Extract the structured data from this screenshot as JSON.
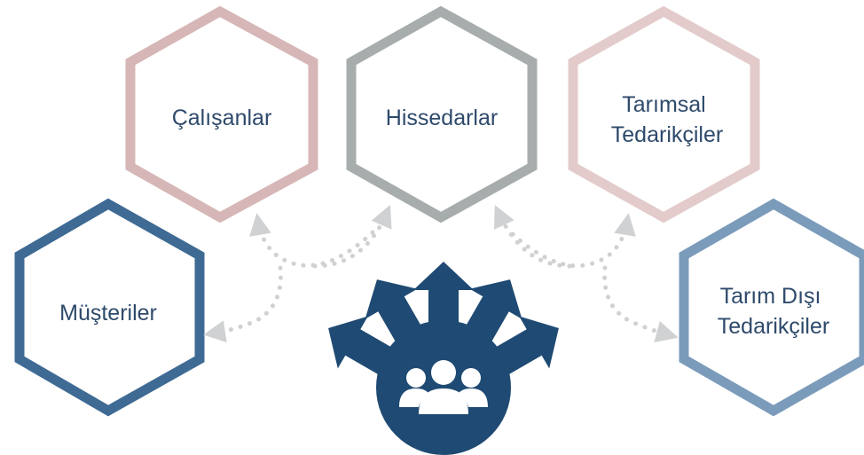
{
  "diagram": {
    "hexagons": [
      {
        "id": "calisanlar",
        "lines": [
          "Çalışanlar"
        ],
        "stroke": "#d6b6b6"
      },
      {
        "id": "hissedarlar",
        "lines": [
          "Hissedarlar"
        ],
        "stroke": "#a7adac"
      },
      {
        "id": "tarimsal",
        "lines": [
          "Tarımsal",
          "Tedarikçiler"
        ],
        "stroke": "#e3cbcb"
      },
      {
        "id": "musteriler",
        "lines": [
          "Müşteriler"
        ],
        "stroke": "#3e6a93"
      },
      {
        "id": "tarim-disi",
        "lines": [
          "Tarım Dışı",
          "Tedarikçiler"
        ],
        "stroke": "#7b9bbb"
      }
    ],
    "center_icon": "group-icon",
    "center_color": "#1f4a73",
    "arrow_color": "#cfd1d2",
    "text_color": "#2e4a6b"
  }
}
